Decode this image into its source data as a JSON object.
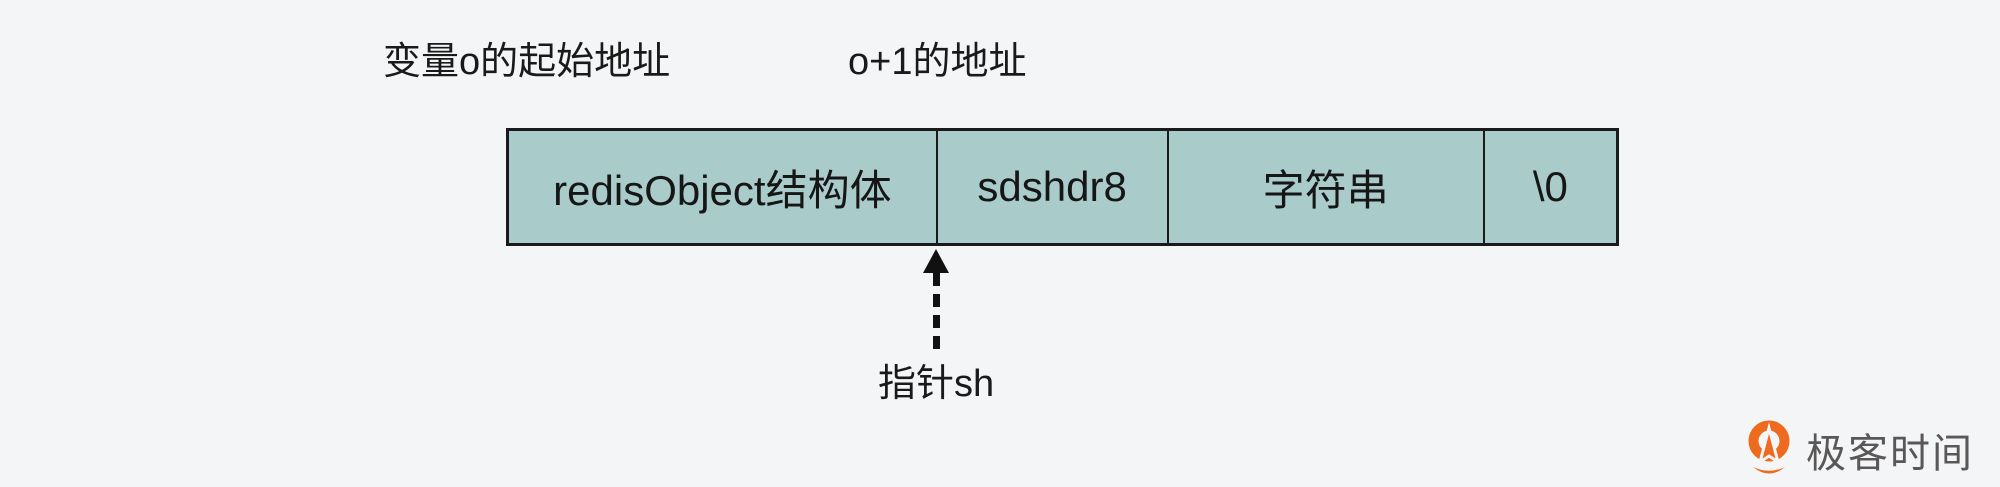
{
  "labels": {
    "var_o_start": "变量o的起始地址",
    "o_plus_1": "o+1的地址",
    "pointer_sh": "指针sh"
  },
  "memory_bar": {
    "cells": [
      {
        "label": "redisObject结构体"
      },
      {
        "label": "sdshdr8"
      },
      {
        "label": "字符串"
      },
      {
        "label": "\\0"
      }
    ]
  },
  "logo": {
    "text": "极客时间",
    "icon": "geektime-pin-icon"
  },
  "colors": {
    "background": "#F4F5F6",
    "cell_fill": "#A9CBC9",
    "line": "#1A1A1A",
    "logo_orange": "#EE6A1E",
    "logo_text_gray": "#595757"
  }
}
